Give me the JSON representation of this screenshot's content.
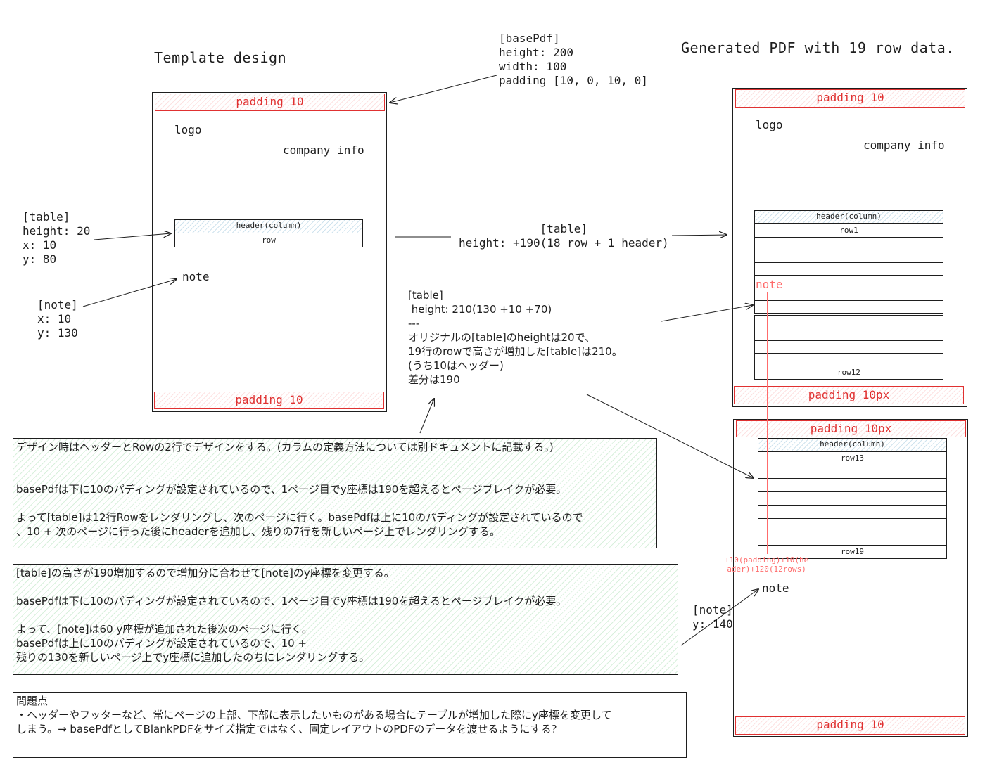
{
  "titles": {
    "template": "Template design",
    "generated": "Generated PDF with 19 row data."
  },
  "labels": {
    "padding_10": "padding 10",
    "padding_10px": "padding 10px",
    "logo": "logo",
    "company_info": "company info",
    "header_column": "header(column)",
    "row": "row",
    "row1": "row1",
    "row12": "row12",
    "row13": "row13",
    "row19": "row19",
    "note": "note"
  },
  "annotations": {
    "base_pdf": "[basePdf]\nheight: 200\nwidth: 100\npadding [10, 0, 10, 0]",
    "table_template": "[table]\nheight: 20\nx: 10\ny: 80",
    "note_template": "[note]\nx: 10\ny: 130",
    "table_growth": "[table]\nheight: +190(18 row + 1 header)",
    "table_detail": "[table]\n height: 210(130 +10 +70)\n---\nオリジナルの[table]のheightは20で、\n19行のrowで高さが増加した[table]は210。\n(うち10はヘッダー)\n差分は190",
    "note_generated": "[note]\ny: 140",
    "calc": "+10(padding)+10(he\nader)+120(12rows)"
  },
  "boxes": {
    "design": "デザイン時はヘッダーとRowの2行でデザインをする。(カラムの定義方法については別ドキュメントに記載する。)\n\n\nbasePdfは下に10のパディングが設定されているので、1ページ目でy座標は190を超えるとページブレイクが必要。\n\nよって[table]は12行Rowをレンダリングし、次のページに行く。basePdfは上に10のパディングが設定されているので\n、10 + 次のページに行った後にheaderを追加し、残りの7行を新しいページ上でレンダリングする。",
    "note_shift": "[table]の高さが190増加するので増加分に合わせて[note]のy座標を変更する。\n\nbasePdfは下に10のパディングが設定されているので、1ページ目でy座標は190を超えるとページブレイクが必要。\n\nよって、[note]は60 y座標が追加された後次のページに行く。\nbasePdfは上に10のパディングが設定されているので、10 +\n残りの130を新しいページ上でy座標に追加したのちにレンダリングする。",
    "problem": "問題点\n・ヘッダーやフッターなど、常にページの上部、下部に表示したいものがある場合にテーブルが増加した際にy座標を変更して\nしまう。→ basePdfとしてBlankPDFをサイズ指定ではなく、固定レイアウトのPDFのデータを渡せるようにする?"
  },
  "colors": {
    "accent_red": "#e03131",
    "note_red": "#ff6b6b",
    "stroke": "#1e1e1e"
  }
}
